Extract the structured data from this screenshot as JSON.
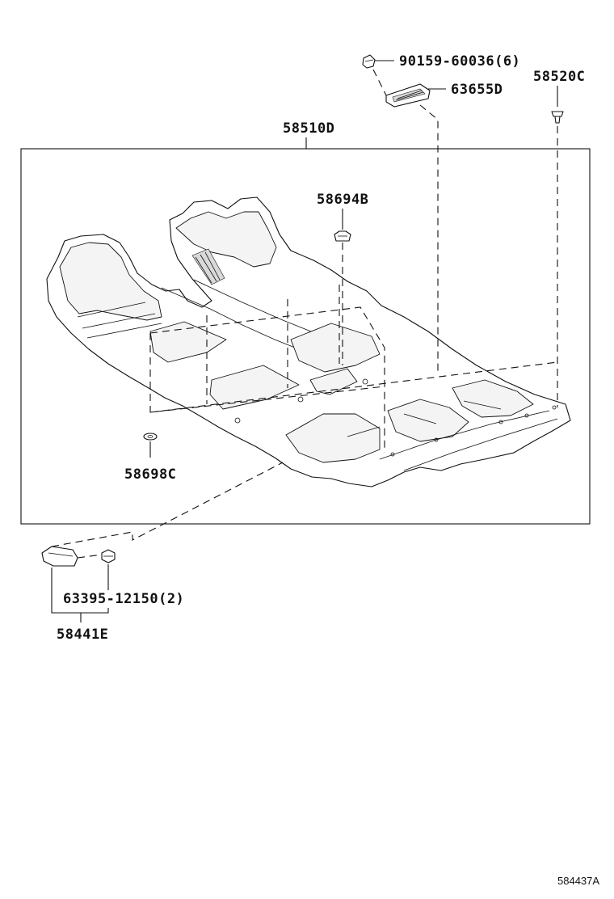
{
  "parts": {
    "screw_top": "90159-60036(6)",
    "cover_top": "63655D",
    "clip_right": "58520C",
    "carpet_assy": "58510D",
    "clip_center": "58694B",
    "clip_left": "58698C",
    "screw_bottom": "63395-12150(2)",
    "plate_bottom": "58441E"
  },
  "diagram_id": "584437A"
}
